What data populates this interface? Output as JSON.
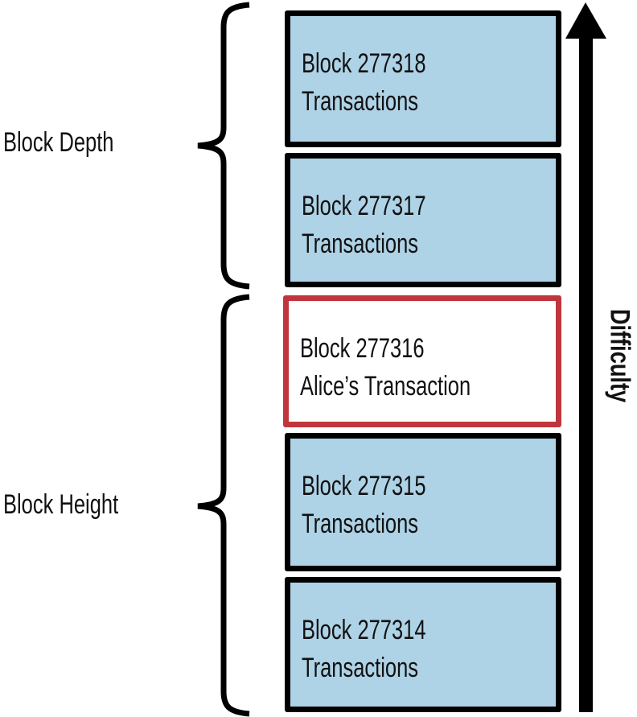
{
  "blocks": [
    {
      "line1": "Block 277318",
      "line2": "Transactions"
    },
    {
      "line1": "Block 277317",
      "line2": "Transactions"
    },
    {
      "line1": "Block 277316",
      "line2": "Alice’s Transaction"
    },
    {
      "line1": "Block 277315",
      "line2": "Transactions"
    },
    {
      "line1": "Block 277314",
      "line2": "Transactions"
    }
  ],
  "labels": {
    "block_depth": "Block Depth",
    "block_height": "Block Height",
    "difficulty": "Difficulty"
  },
  "colors": {
    "block_fill": "#aed2e6",
    "block_border": "#000000",
    "highlight_fill": "#ffffff",
    "highlight_border": "#c1363c",
    "annotation": "#000000"
  }
}
